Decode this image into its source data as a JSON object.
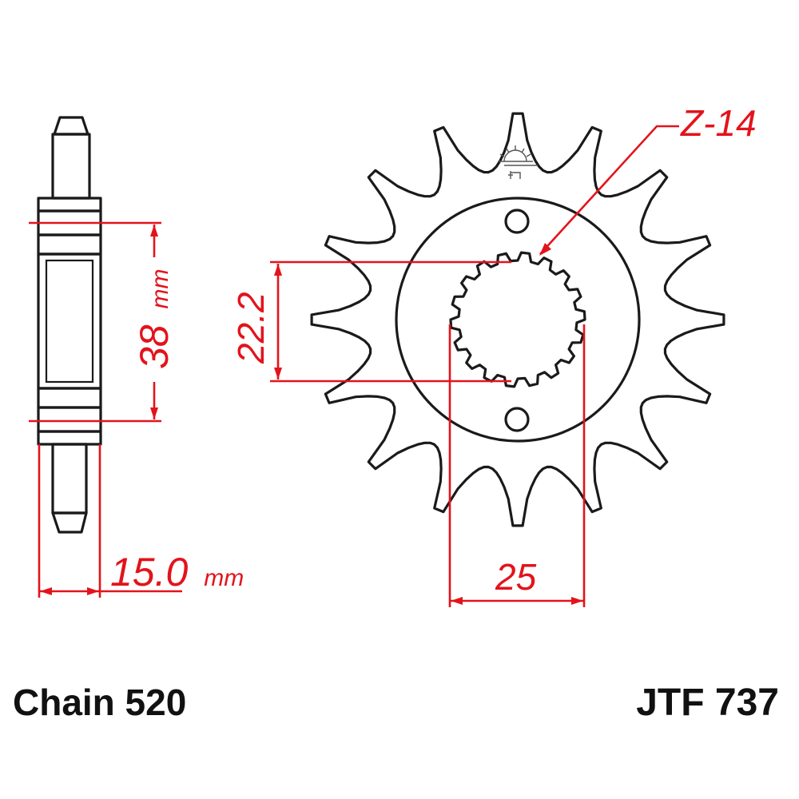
{
  "title": "JTF 737",
  "chain": "Chain 520",
  "part_number": "JTF 737",
  "colors": {
    "dimension": "#e3131b",
    "outline": "#1a1a1a",
    "emblem": "#555555"
  },
  "side_view": {
    "height_dimension": {
      "value": "38",
      "unit": "mm",
      "label": "38 mm"
    },
    "width_dimension": {
      "value": "15.0",
      "unit": "mm",
      "label": "15.0 mm"
    }
  },
  "front_view": {
    "teeth_count_label": "Z-14",
    "outer_teeth": 16,
    "spline_count": 18,
    "mounting_holes": 2,
    "spline_height_dimension": {
      "value": "22.2",
      "label": "22.2"
    },
    "spline_width_dimension": {
      "value": "25",
      "label": "25"
    }
  }
}
